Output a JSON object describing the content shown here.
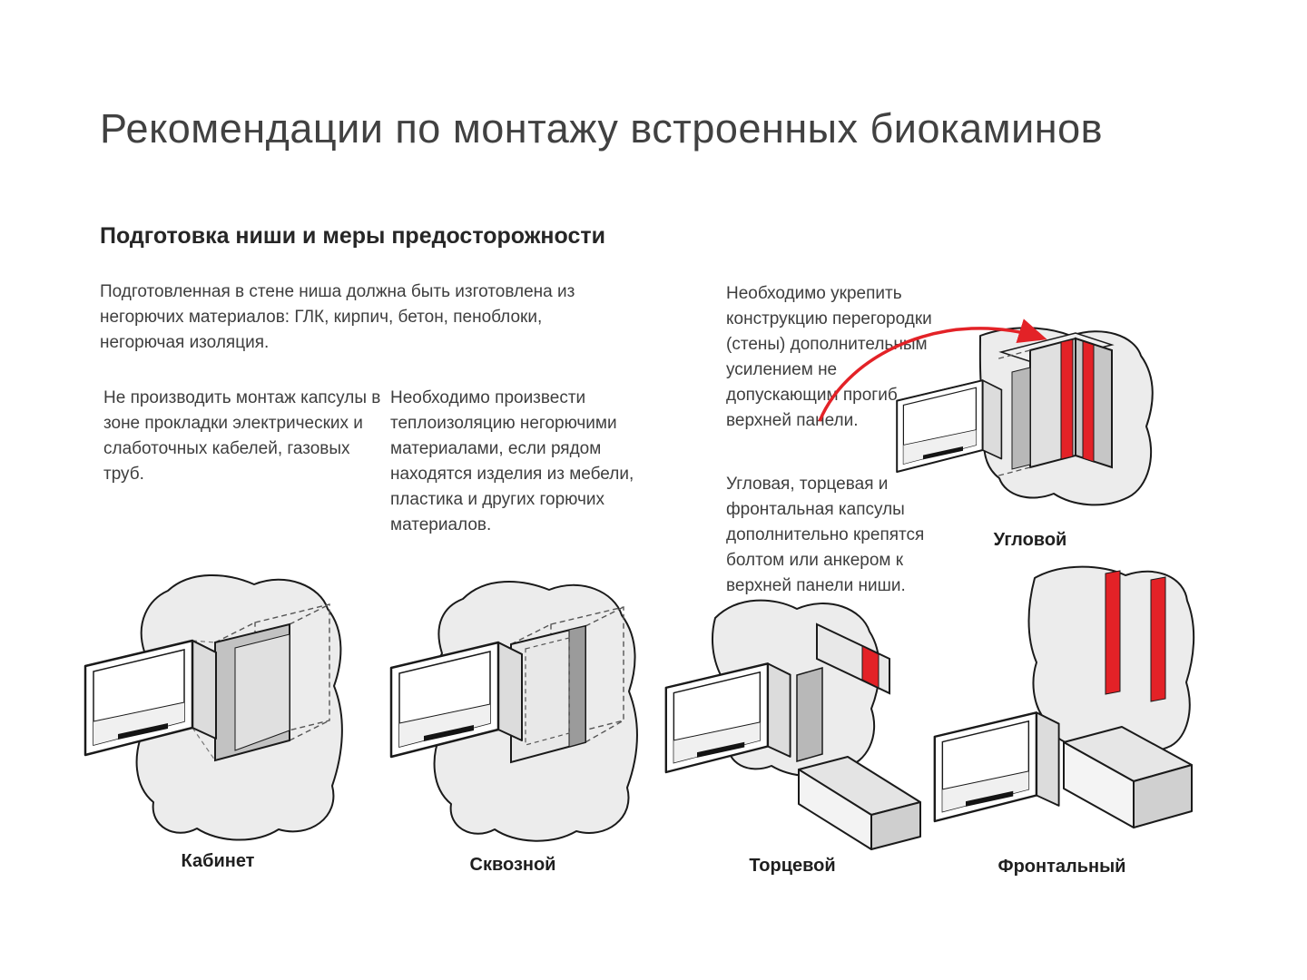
{
  "colors": {
    "accent_red": "#e32227",
    "text": "#3e3e3e",
    "wall_fill": "#ececec",
    "outline": "#1a1a1a"
  },
  "header": {
    "title": "Рекомендации по монтажу встроенных биокаминов"
  },
  "section": {
    "subtitle": "Подготовка ниши и меры предосторожности"
  },
  "paragraphs": {
    "niche": "Подготовленная в стене ниша должна быть изготовлена из негорючих материалов: ГЛК, кирпич, бетон, пеноблоки, негорючая изоляция.",
    "cables": "Не производить монтаж капсулы в зоне прокладки электрических и слаботочных кабелей, газовых труб.",
    "insulation": "Необходимо произвести теплоизоляцию негорючими материалами, если рядом находятся изделия из мебели, пластика и других горючих материалов.",
    "reinforce": "Необходимо укрепить конструкцию перегородки (стены) дополнительным усилением не допускающим прогиб верхней панели.",
    "anchoring": "Угловая, торцевая и фронтальная капсулы дополнительно крепятся болтом или анкером к верхней панели ниши."
  },
  "diagrams": {
    "corner": {
      "label": "Угловой"
    },
    "cabinet": {
      "label": "Кабинет"
    },
    "through": {
      "label": "Сквозной"
    },
    "end": {
      "label": "Торцевой"
    },
    "frontal": {
      "label": "Фронтальный"
    }
  }
}
